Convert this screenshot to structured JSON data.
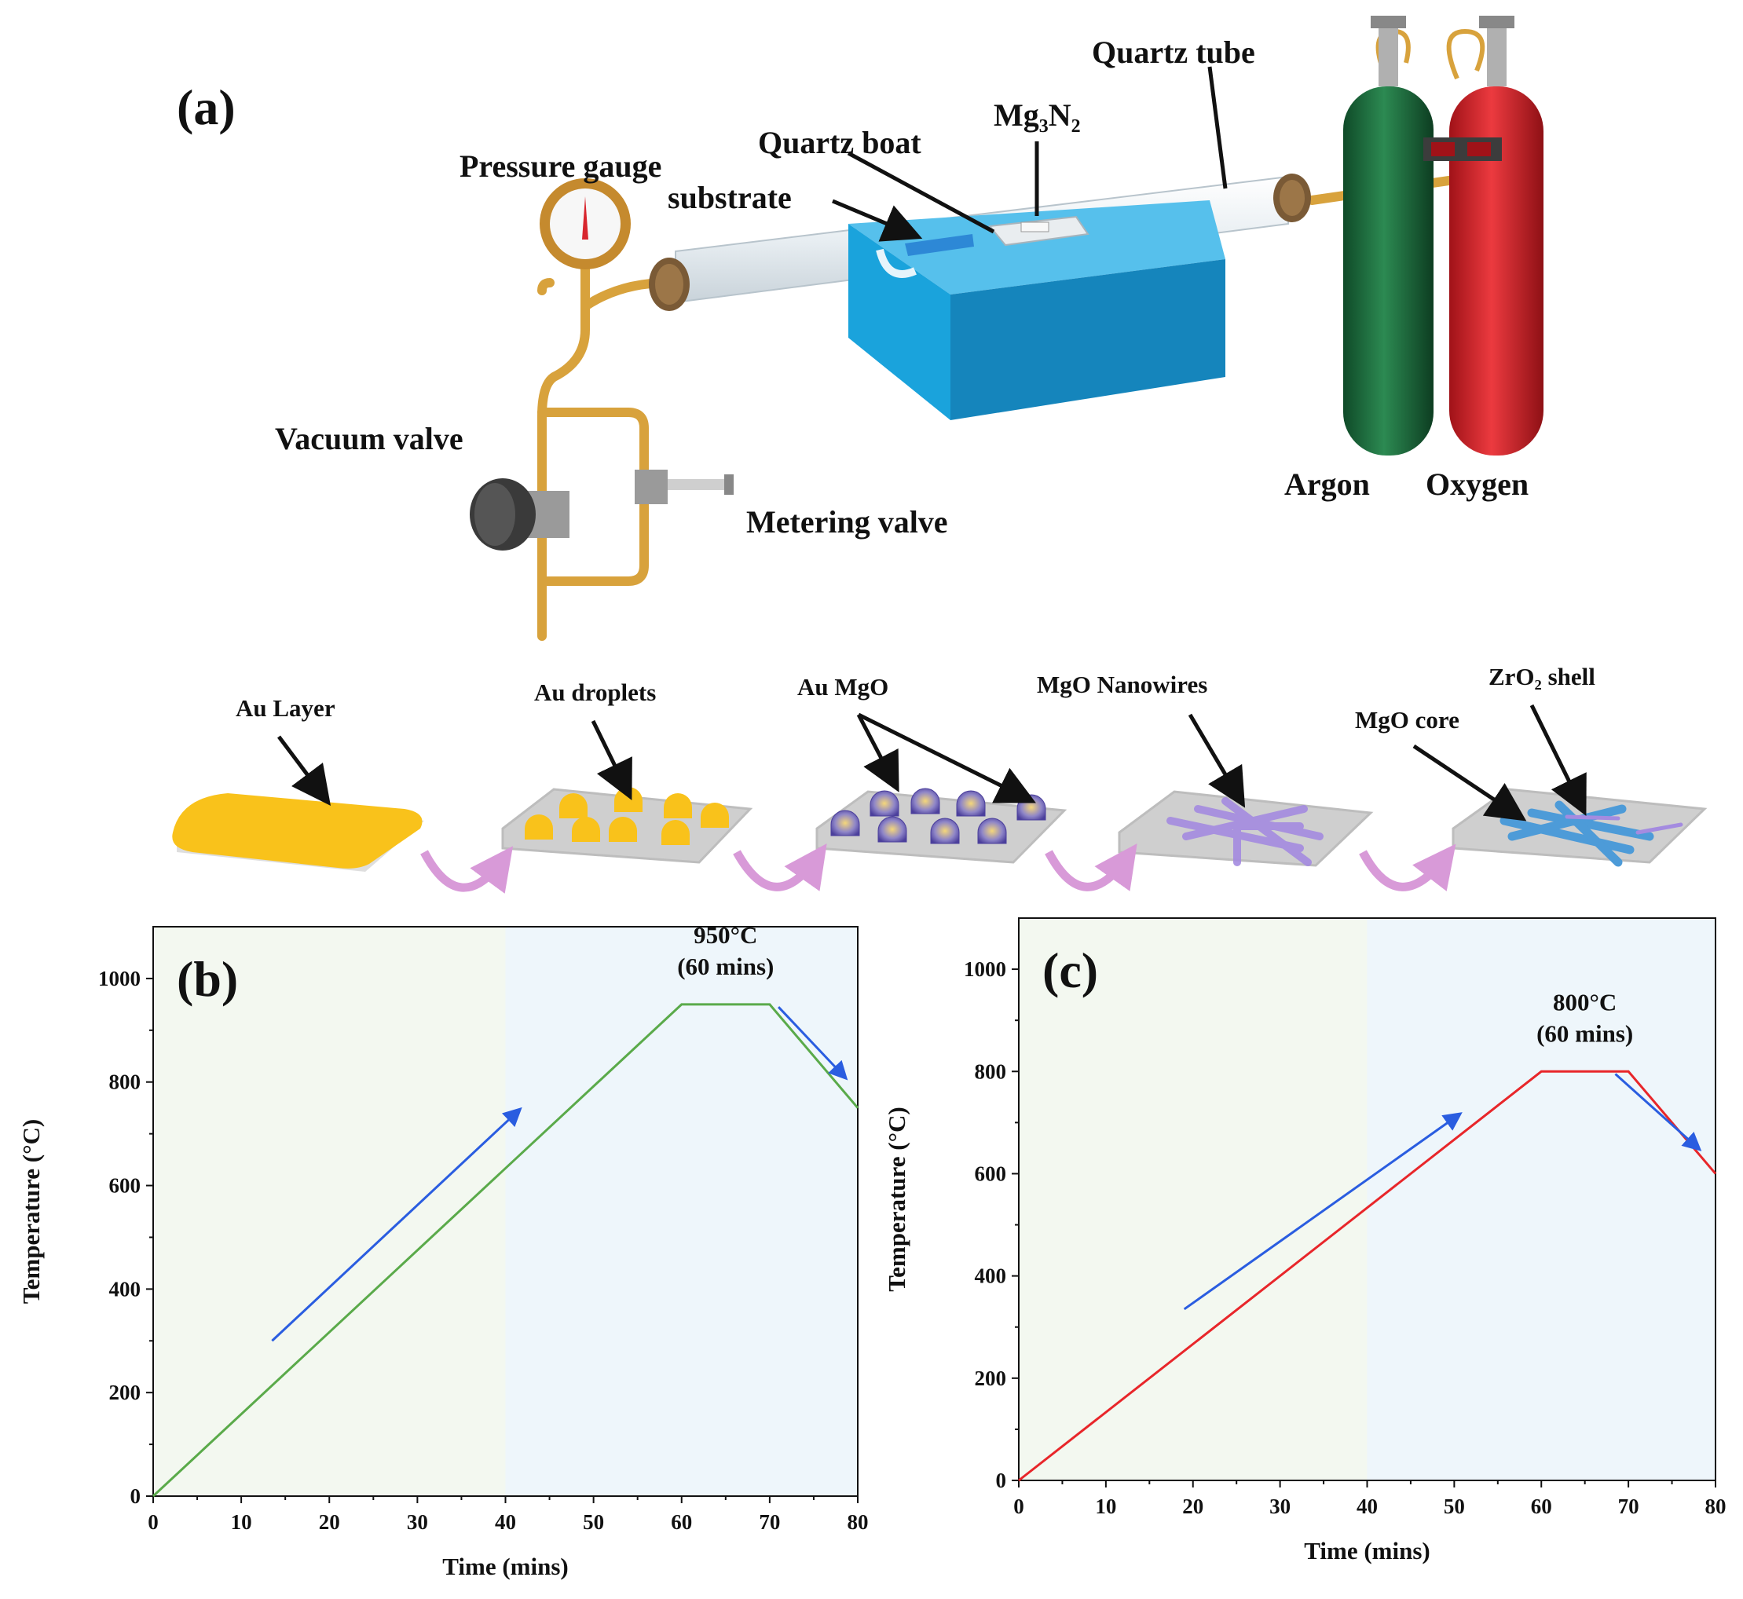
{
  "panel_a": {
    "panel_label": "(a)",
    "labels": {
      "pressure_gauge": "Pressure gauge",
      "quartz_boat": "Quartz boat",
      "substrate": "substrate",
      "mg3n2": "Mg₃N₂",
      "quartz_tube": "Quartz tube",
      "vacuum_valve": "Vacuum valve",
      "metering_valve": "Metering valve",
      "argon": "Argon",
      "oxygen": "Oxygen"
    },
    "colors": {
      "furnace": "#1aa3dc",
      "argon_cylinder": "#1a6b3c",
      "oxygen_cylinder": "#d8262e",
      "copper_tube": "#d8a23c"
    }
  },
  "growth_steps": [
    {
      "label": "Au Layer"
    },
    {
      "label": "Au droplets"
    },
    {
      "label": "Au MgO"
    },
    {
      "label": "MgO Nanowires"
    },
    {
      "label": "MgO core",
      "label2": "ZrO₂ shell"
    }
  ],
  "chart_data": [
    {
      "panel_label": "(b)",
      "type": "line",
      "x": [
        0,
        60,
        70,
        80
      ],
      "y": [
        0,
        950,
        950,
        750
      ],
      "xlabel": "Time (mins)",
      "ylabel": "Temperature (°C)",
      "xlim": [
        0,
        80
      ],
      "ylim": [
        0,
        1100
      ],
      "xticks": [
        0,
        10,
        20,
        30,
        40,
        50,
        60,
        70,
        80
      ],
      "yticks": [
        0,
        200,
        400,
        600,
        800,
        1000
      ],
      "annotation": [
        "950°C",
        "(60 mins)"
      ],
      "line_color": "#5aaa4a",
      "shaded_regions": [
        {
          "from": 0,
          "to": 40,
          "color": "#f3f8f0"
        },
        {
          "from": 40,
          "to": 80,
          "color": "#eef6fb"
        }
      ],
      "grid": false
    },
    {
      "panel_label": "(c)",
      "type": "line",
      "x": [
        0,
        60,
        70,
        80
      ],
      "y": [
        0,
        800,
        800,
        600
      ],
      "xlabel": "Time (mins)",
      "ylabel": "Temperature (°C)",
      "xlim": [
        0,
        80
      ],
      "ylim": [
        0,
        1100
      ],
      "xticks": [
        0,
        10,
        20,
        30,
        40,
        50,
        60,
        70,
        80
      ],
      "yticks": [
        0,
        200,
        400,
        600,
        800,
        1000
      ],
      "annotation": [
        "800°C",
        "(60 mins)"
      ],
      "line_color": "#e8262a",
      "shaded_regions": [
        {
          "from": 0,
          "to": 40,
          "color": "#f3f8f0"
        },
        {
          "from": 40,
          "to": 80,
          "color": "#eef6fb"
        }
      ],
      "grid": false
    }
  ]
}
